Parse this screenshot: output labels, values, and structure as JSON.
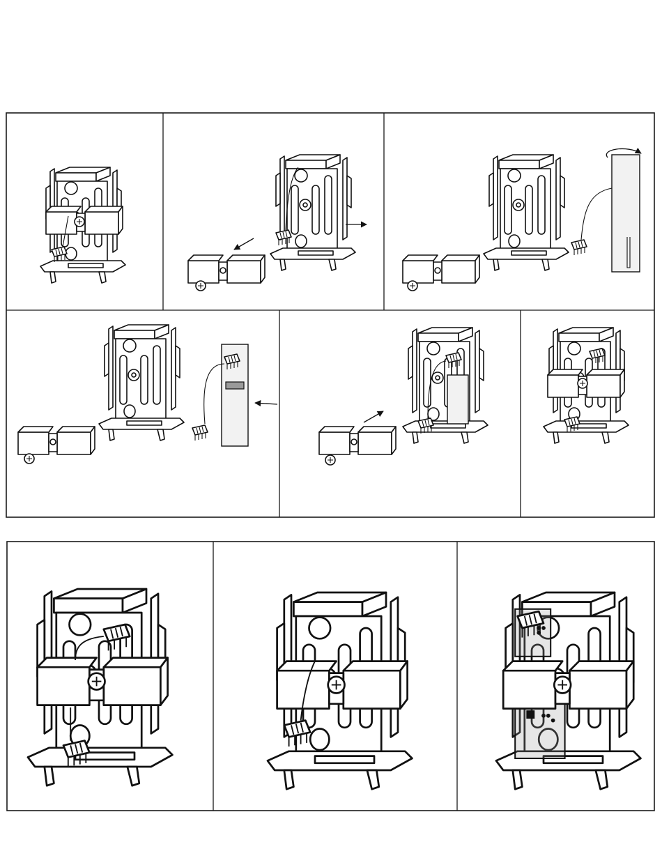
{
  "document": {
    "kind": "assembly-instruction-sheet",
    "colors": {
      "line": "#111111",
      "paper": "#ffffff",
      "pcb": "#9a9a9a"
    },
    "rows": [
      {
        "row": 1,
        "panels": [
          "mount-assembled",
          "cover-removed-with-screw",
          "cable-and-blank-board"
        ]
      },
      {
        "row": 2,
        "panels": [
          "board-inserted-cable-routed",
          "cover-reattached",
          "mount-closed"
        ]
      },
      {
        "row": 3,
        "panels": [
          "detail-cable-connector",
          "detail-empty-slot",
          "detail-board-mounted"
        ]
      }
    ]
  }
}
